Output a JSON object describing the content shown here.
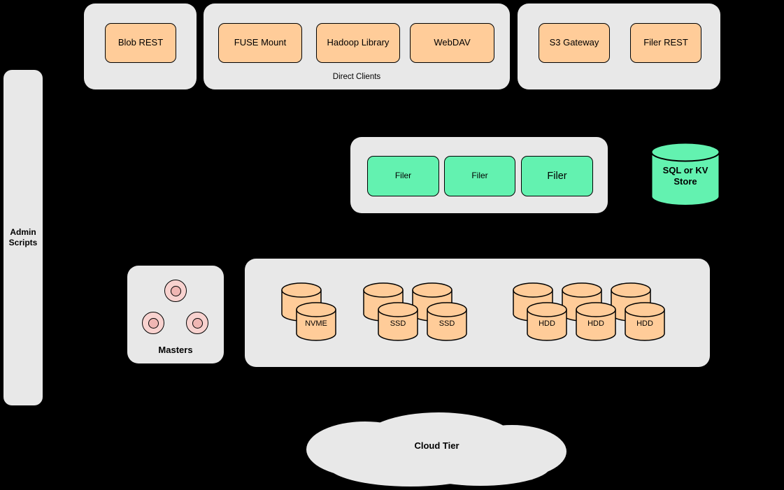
{
  "colors": {
    "background": "#000000",
    "panel_gray": "#e8e8e8",
    "node_orange": "#ffcc99",
    "node_green": "#63f2b0",
    "node_pink": "#f8d2cf",
    "border": "#000000"
  },
  "admin_scripts": {
    "label": "Admin Scripts"
  },
  "blob_group": {
    "buttons": [
      "Blob REST"
    ]
  },
  "direct_clients": {
    "label": "Direct Clients",
    "buttons": [
      "FUSE Mount",
      "Hadoop Library",
      "WebDAV"
    ]
  },
  "gateway_group": {
    "buttons": [
      "S3 Gateway",
      "Filer REST"
    ]
  },
  "filer_group": {
    "filers": [
      "Filer",
      "Filer",
      "Filer"
    ]
  },
  "sql_store": {
    "label": "SQL or KV Store"
  },
  "masters": {
    "label": "Masters"
  },
  "volume_servers": {
    "nvme": [
      "NVME"
    ],
    "ssd": [
      "SSD",
      "SSD"
    ],
    "hdd": [
      "HDD",
      "HDD",
      "HDD"
    ]
  },
  "cloud_tier": {
    "label": "Cloud Tier"
  }
}
